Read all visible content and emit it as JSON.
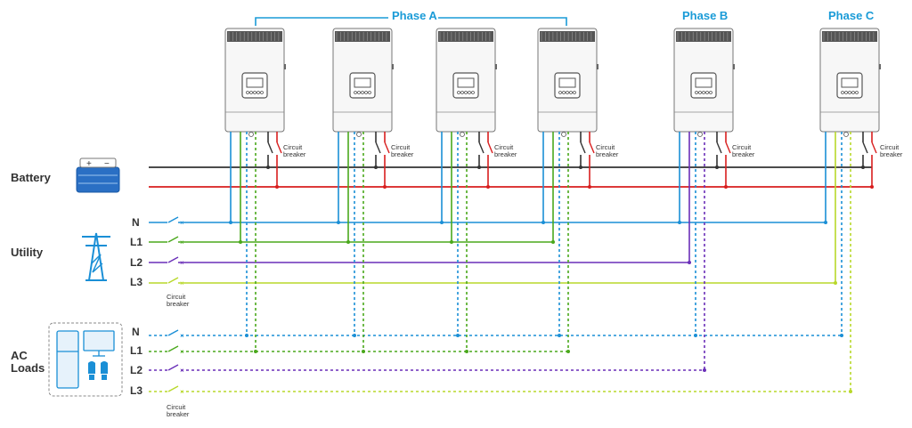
{
  "phases": {
    "a": "Phase A",
    "b": "Phase B",
    "c": "Phase C"
  },
  "sections": {
    "battery": "Battery",
    "utility": "Utility",
    "ac_loads_1": "AC",
    "ac_loads_2": "Loads"
  },
  "utility_lines": [
    "N",
    "L1",
    "L2",
    "L3"
  ],
  "load_lines": [
    "N",
    "L1",
    "L2",
    "L3"
  ],
  "breaker_label_1": "Circuit",
  "breaker_label_2": "breaker",
  "battery_terminals": {
    "positive": "+",
    "negative": "−"
  },
  "colors": {
    "neutral": "#1a8fd6",
    "l1": "#4aa81c",
    "l2": "#6a2fb8",
    "l3": "#b8d82a",
    "battery_pos": "#d81e1e",
    "battery_neg": "#333333",
    "phase_bracket": "#1a9bd7"
  }
}
